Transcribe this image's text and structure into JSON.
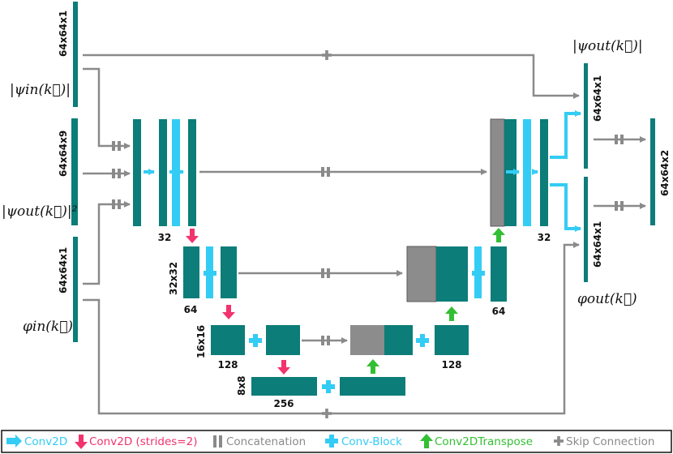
{
  "colors": {
    "teal": "#0c7d79",
    "cyan": "#33ccf5",
    "pink": "#f2336e",
    "green": "#33bf33",
    "gray": "#8a8a8a",
    "grayfill": "#8c8c8c"
  },
  "inputs": {
    "psi_in_label": "|ψin(k⃗)|",
    "psi_in_dim": "64x64x1",
    "psi_out_sq_label": "|ψout(k⃗)|²",
    "psi_out_sq_dim": "64x64x9",
    "phi_in_label": "φin(k⃗)",
    "phi_in_dim": "64x64x1"
  },
  "outputs": {
    "psi_out_label": "|ψout(k⃗)|",
    "psi_out_dim": "64x64x1",
    "phi_out_label": "φout(k⃗)",
    "phi_out_dim": "64x64x1",
    "final_dim": "64x64x2"
  },
  "levels": {
    "l1_filters": "32",
    "l2_size": "32x32",
    "l2_filters": "64",
    "l3_size": "16x16",
    "l3_filters": "128",
    "l4_size": "8x8",
    "l4_filters": "256",
    "d1_filters": "128",
    "d2_filters": "64",
    "d3_filters": "32"
  },
  "legend": {
    "conv2d": "Conv2D",
    "conv2d_strided": "Conv2D (strides=2)",
    "concat": "Concatenation",
    "conv_block": "Conv-Block",
    "conv_transpose": "Conv2DTranspose",
    "skip": "Skip Connection"
  }
}
